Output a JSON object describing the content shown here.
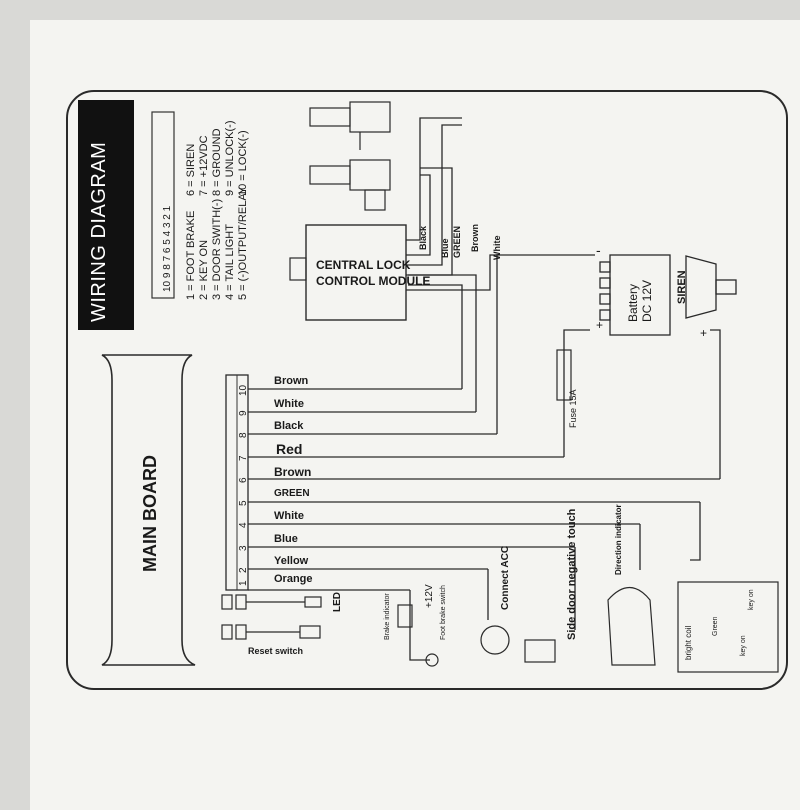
{
  "title": "WIRING DIAGRAM",
  "legend": {
    "col1": [
      "1 = FOOT BRAKE",
      "2 = KEY ON",
      "3 = DOOR SWITH(-)",
      "4 = TAIL LIGHT",
      "5 = (-)OUTPUT/RELAY"
    ],
    "col2": [
      "6 = SIREN",
      "7 = +12VDC",
      "8 = GROUND",
      "9 = UNLOCK(-)",
      "10 = LOCK(-)"
    ],
    "connector_numbers": "10 9 8 7 6 5 4 3 2 1"
  },
  "main_board": "MAIN BOARD",
  "central_lock": {
    "line1": "CENTRAL LOCK",
    "line2": "CONTROL MODULE"
  },
  "module_wires": [
    "Black",
    "Blue",
    "GREEN",
    "Brown",
    "White"
  ],
  "battery": {
    "label": "Battery",
    "voltage": "DC  12V",
    "neg": "-",
    "pos": "+"
  },
  "siren": {
    "label": "SIREN",
    "pos": "+"
  },
  "fuse": "Fuse 15A",
  "pins": [
    {
      "num": "10",
      "wire": "Brown"
    },
    {
      "num": "9",
      "wire": "White"
    },
    {
      "num": "8",
      "wire": "Black"
    },
    {
      "num": "7",
      "wire": "Red"
    },
    {
      "num": "6",
      "wire": "Brown"
    },
    {
      "num": "5",
      "wire": "GREEN"
    },
    {
      "num": "4",
      "wire": "White"
    },
    {
      "num": "3",
      "wire": "Blue"
    },
    {
      "num": "2",
      "wire": "Yellow"
    },
    {
      "num": "1",
      "wire": "Orange"
    }
  ],
  "led": "LED",
  "reset_switch": "Reset switch",
  "brake_indicator": "Brake indicator",
  "foot_brake_switch": "Foot brake switch",
  "plus12v": "+12V",
  "connect_acc": "Connect ACC",
  "side_door": "Side door negative touch",
  "direction_indicator": "Direction indicator",
  "relay": {
    "bright_coil": "bright coil",
    "green": "Green",
    "key_on": "key on",
    "key_on2": "key on"
  }
}
